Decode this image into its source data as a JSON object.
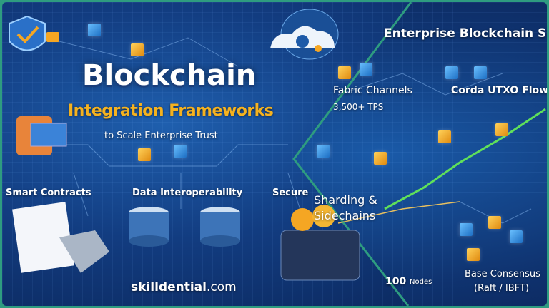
{
  "left": {
    "title": "Blockchain",
    "subtitle": "Integration Frameworks",
    "tagline": "to Scale Enterprise Trust",
    "labels": [
      "Smart Contracts",
      "Data Interoperability",
      "Secure"
    ],
    "brand": {
      "name": "skilldential",
      "suffix": ".com"
    }
  },
  "right": {
    "title": "Enterprise Blockchain S",
    "labels": {
      "fabric": "Fabric Channels",
      "tps": "3,500+ TPS",
      "corda": "Corda UTXO Flow",
      "sharding": "Sharding &",
      "sidechains": "Sidechains",
      "nodes_value": "100",
      "nodes_label": "Nodes",
      "consensus": "Base Consensus",
      "consensus_detail": "(Raft / IBFT)"
    }
  },
  "colors": {
    "border": "#2e9c80",
    "accent_orange": "#f5a623",
    "accent_green": "#5fe05a",
    "background": "#123c80"
  },
  "icons": [
    "shield-check-icon",
    "padlock-icon",
    "cloud-gear-icon",
    "globe-icon",
    "laptop-user-icon",
    "database-icon",
    "contract-document-icon",
    "robot-hand-icon",
    "bitcoin-coin-icon",
    "wallet-icon",
    "growth-arrow-icon",
    "block-network-icon"
  ]
}
